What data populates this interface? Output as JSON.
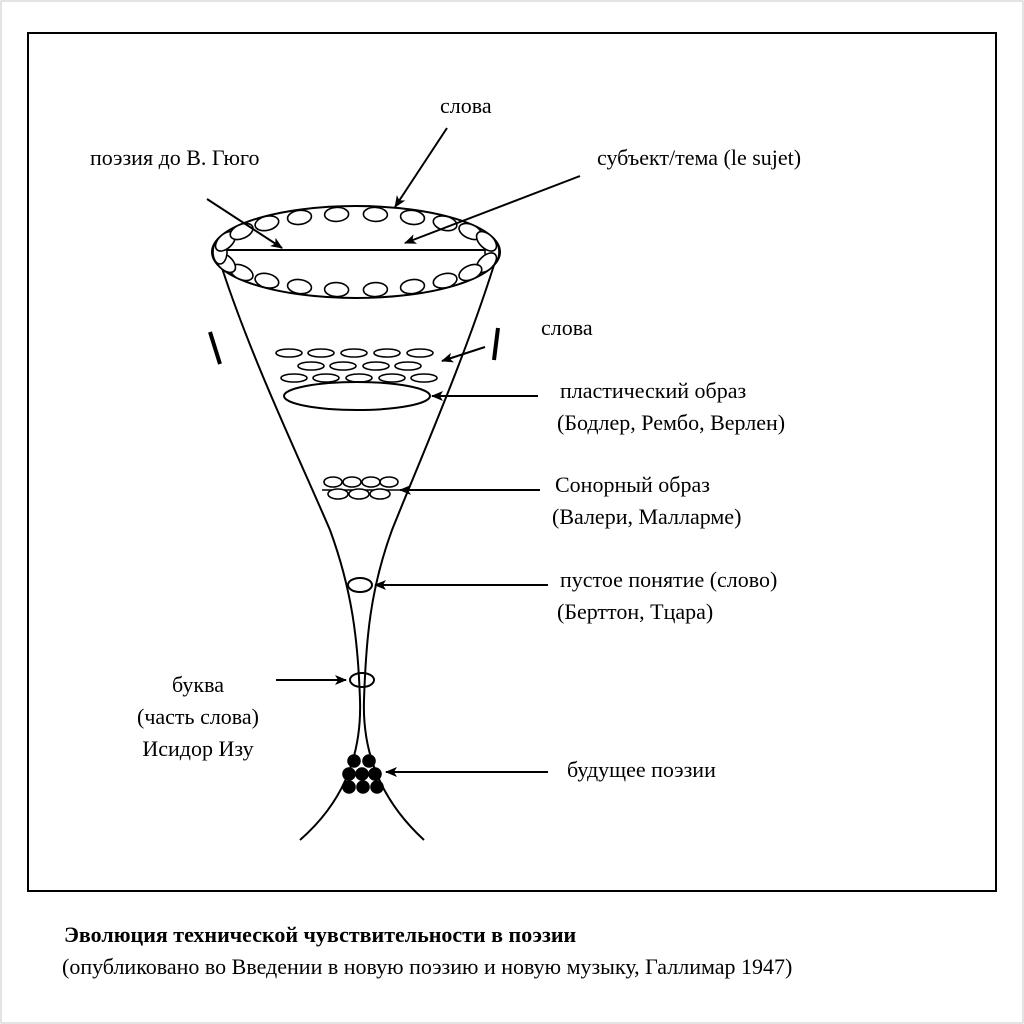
{
  "labels": {
    "words_top": "слова",
    "before_hugo": "поэзия до В. Гюго",
    "subject": "субъект/тема (le sujet)",
    "words_mid": "слова",
    "plastic_1": "пластический образ",
    "plastic_2": "(Бодлер, Рембо, Верлен)",
    "sonorous_1": "Сонорный образ",
    "sonorous_2": "(Валери, Малларме)",
    "empty_1": "пустое понятие (слово)",
    "empty_2": "(Берттон, Тцара)",
    "letter_1": "буква",
    "letter_2": "(часть слова)",
    "letter_3": "Исидор Изу",
    "future": "будущее поэзии"
  },
  "caption": {
    "title": "Эволюция технической чувствительности в поэзии",
    "subtitle": "(опубликовано во Введении в новую поэзию и новую музыку, Галлимар 1947)"
  }
}
